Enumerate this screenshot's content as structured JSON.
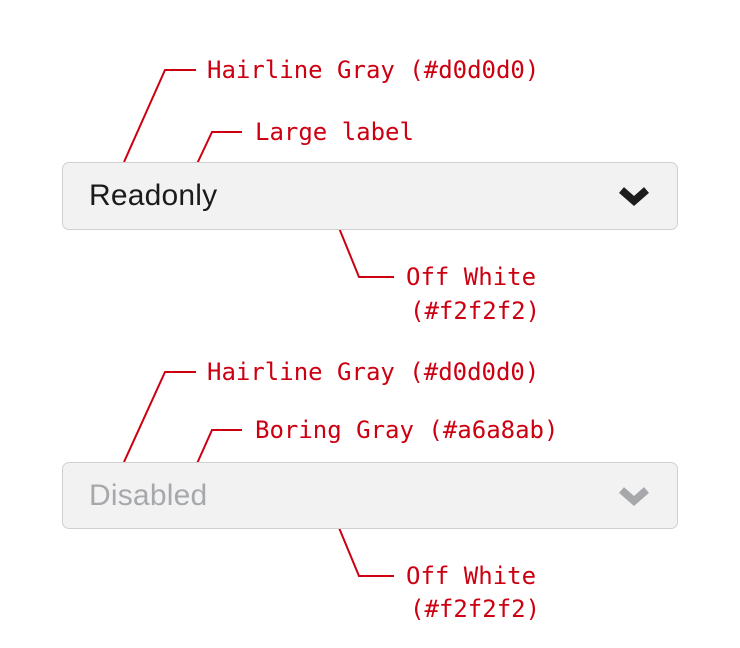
{
  "colors": {
    "hairline_gray": "#d0d0d0",
    "off_white": "#f2f2f2",
    "boring_gray": "#a6a8ab",
    "annotation_red": "#cc0011",
    "label_dark": "#1b1b1b",
    "page_background": "#ffffff"
  },
  "sections": {
    "readonly": {
      "select_label": "Readonly",
      "chevron_icon": "chevron-down",
      "annotations": {
        "border": "Hairline Gray (#d0d0d0)",
        "label": "Large label",
        "background_line1": "Off White",
        "background_line2": "(#f2f2f2)"
      }
    },
    "disabled": {
      "select_label": "Disabled",
      "chevron_icon": "chevron-down",
      "annotations": {
        "border": "Hairline Gray (#d0d0d0)",
        "label": "Boring Gray (#a6a8ab)",
        "background_line1": "Off White",
        "background_line2": "(#f2f2f2)"
      }
    }
  }
}
